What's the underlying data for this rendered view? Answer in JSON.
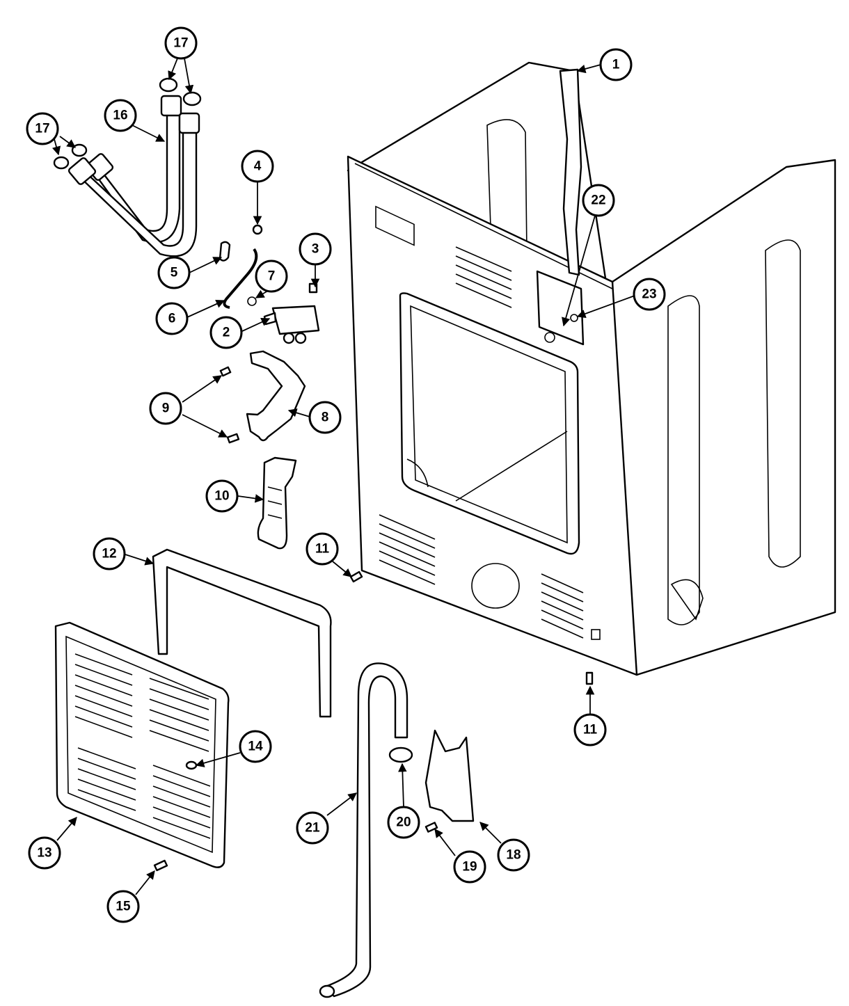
{
  "callouts": [
    {
      "id": "1",
      "label": "1"
    },
    {
      "id": "2",
      "label": "2"
    },
    {
      "id": "3",
      "label": "3"
    },
    {
      "id": "4",
      "label": "4"
    },
    {
      "id": "5",
      "label": "5"
    },
    {
      "id": "6",
      "label": "6"
    },
    {
      "id": "7",
      "label": "7"
    },
    {
      "id": "8",
      "label": "8"
    },
    {
      "id": "9",
      "label": "9"
    },
    {
      "id": "10",
      "label": "10"
    },
    {
      "id": "11a",
      "label": "11"
    },
    {
      "id": "11b",
      "label": "11"
    },
    {
      "id": "12",
      "label": "12"
    },
    {
      "id": "13",
      "label": "13"
    },
    {
      "id": "14",
      "label": "14"
    },
    {
      "id": "15",
      "label": "15"
    },
    {
      "id": "16",
      "label": "16"
    },
    {
      "id": "17a",
      "label": "17"
    },
    {
      "id": "17b",
      "label": "17"
    },
    {
      "id": "18",
      "label": "18"
    },
    {
      "id": "19",
      "label": "19"
    },
    {
      "id": "20",
      "label": "20"
    },
    {
      "id": "21",
      "label": "21"
    },
    {
      "id": "22",
      "label": "22"
    },
    {
      "id": "23",
      "label": "23"
    }
  ]
}
